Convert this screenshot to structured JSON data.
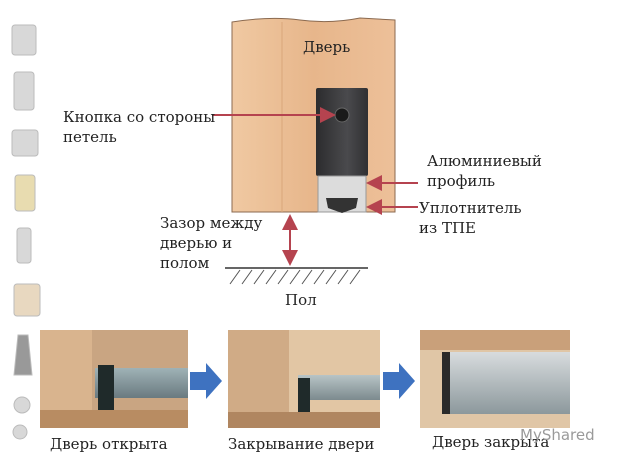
{
  "labels": {
    "door": "Дверь",
    "button": "Кнопка со стороны\nпетель",
    "button_l1": "Кнопка со стороны",
    "button_l2": "петель",
    "profile_l1": "Алюминиевый",
    "profile_l2": "профиль",
    "seal_l1": "Уплотнитель",
    "seal_l2": "из ТПЕ",
    "gap_l1": "Зазор между",
    "gap_l2": "дверью и",
    "gap_l3": "полом",
    "floor": "Пол"
  },
  "steps": [
    {
      "caption": "Дверь открыта"
    },
    {
      "caption": "Закрывание двери"
    },
    {
      "caption": "Дверь закрыта"
    }
  ],
  "watermark": "MyShared",
  "colors": {
    "wood": "#e9b98e",
    "arrow": "#b5434f",
    "step_arrow": "#3e72c0",
    "profile": "#3a3a3c"
  }
}
